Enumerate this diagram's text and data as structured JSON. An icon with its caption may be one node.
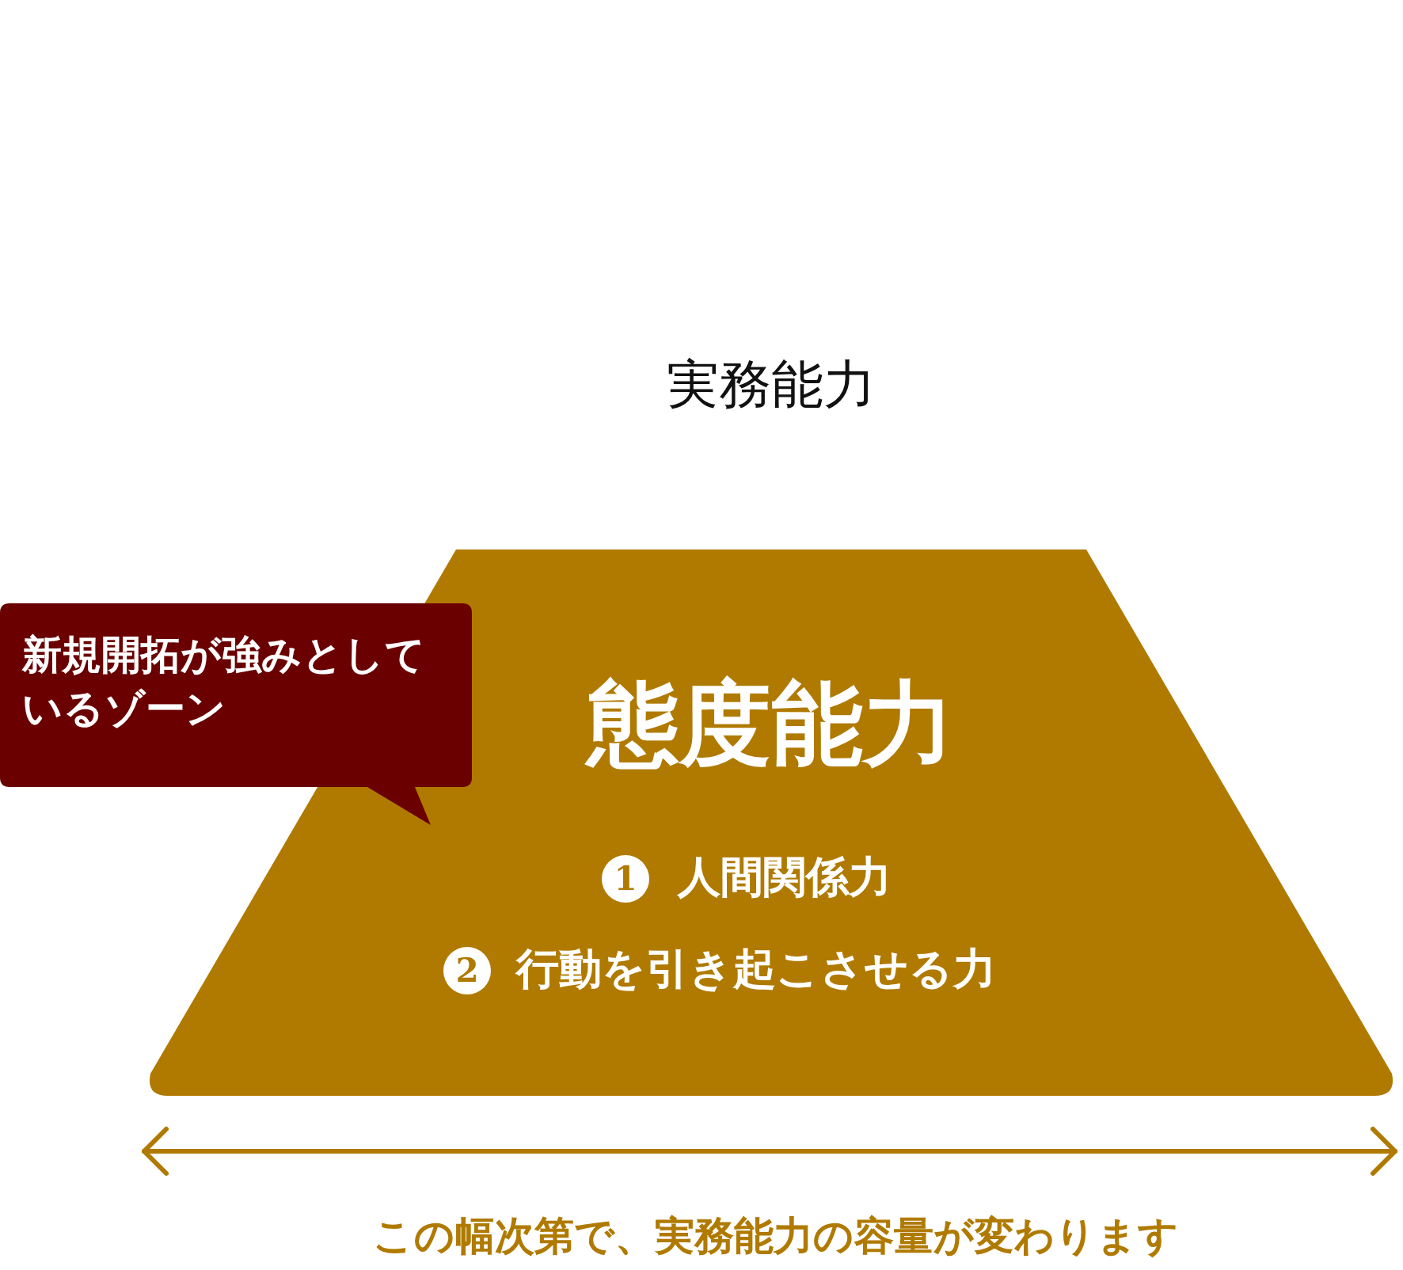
{
  "diagram": {
    "caption": "この幅次第で、実務能力の容量が変わります",
    "nodes": [
      {
        "text": [
          "態度能力",
          "1",
          "人間関係力",
          "2",
          "行動を引き起こさせる力"
        ]
      },
      {
        "text": [
          "新規開拓が強みとしているゾーン"
        ]
      }
    ],
    "labels": [
      "実務能力"
    ]
  }
}
